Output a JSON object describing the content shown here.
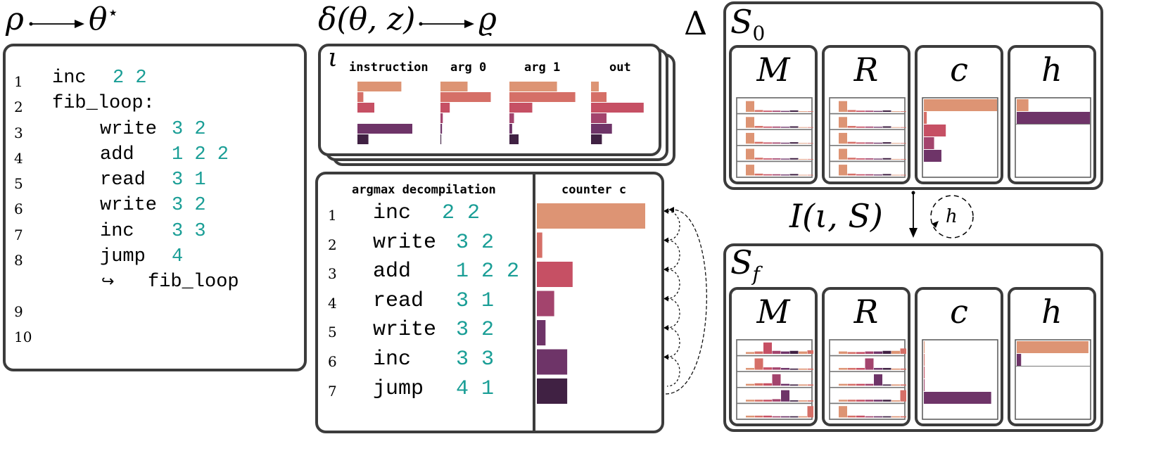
{
  "left": {
    "rho": "ρ",
    "theta_star": "θ",
    "star": "⋆",
    "program": [
      {
        "n": "1",
        "indent": 0,
        "op": "inc",
        "args": "2 2"
      },
      {
        "n": "2",
        "indent": 0,
        "op": "fib_loop:",
        "args": ""
      },
      {
        "n": "3",
        "indent": 1,
        "op": "write",
        "args": "3 2"
      },
      {
        "n": "4",
        "indent": 1,
        "op": "add",
        "args": "1 2 2"
      },
      {
        "n": "5",
        "indent": 1,
        "op": "read",
        "args": "3 1"
      },
      {
        "n": "6",
        "indent": 1,
        "op": "write",
        "args": "3 2"
      },
      {
        "n": "7",
        "indent": 1,
        "op": "inc",
        "args": "3 3"
      },
      {
        "n": "8",
        "indent": 1,
        "op": "jump",
        "args": "4"
      },
      {
        "n": "",
        "indent": 2,
        "op": "fib_loop",
        "args": "",
        "arrow": "↪"
      },
      {
        "n": "9",
        "indent": 0,
        "op": "",
        "args": ""
      },
      {
        "n": "10",
        "indent": 0,
        "op": "",
        "args": ""
      }
    ]
  },
  "middle": {
    "delta_title": "δ(θ, z)",
    "varrho": "ϱ",
    "iota": "ι",
    "headers": [
      "instruction",
      "arg 0",
      "arg 1",
      "out"
    ],
    "dist_bars": [
      [
        0.52,
        0.07,
        0.2,
        0.0,
        0.65,
        0.13
      ],
      [
        0.35,
        0.65,
        0.12,
        0.03,
        0.02,
        0.01
      ],
      [
        0.52,
        0.72,
        0.25,
        0.05,
        0.03,
        0.1
      ],
      [
        0.1,
        0.2,
        0.68,
        0.2,
        0.27,
        0.14
      ]
    ],
    "decomp_header": "argmax decompilation",
    "counter_header": "counter c",
    "decomp": [
      {
        "n": "1",
        "op": "inc",
        "args": "2 2"
      },
      {
        "n": "2",
        "op": "write",
        "args": "3 2"
      },
      {
        "n": "3",
        "op": "add",
        "args": "1 2 2"
      },
      {
        "n": "4",
        "op": "read",
        "args": "3 1"
      },
      {
        "n": "5",
        "op": "write",
        "args": "3 2"
      },
      {
        "n": "6",
        "op": "inc",
        "args": "3 3"
      },
      {
        "n": "7",
        "op": "jump",
        "args": "4 1"
      }
    ],
    "counter": [
      1.0,
      0.05,
      0.33,
      0.16,
      0.08,
      0.28,
      0.28
    ]
  },
  "right": {
    "delta": "Δ",
    "s0": "S",
    "s0_sub": "0",
    "sf": "S",
    "sf_sub": "f",
    "interp": "I(ι, S)",
    "h_loop": "h",
    "panels": [
      "M",
      "R",
      "c",
      "h"
    ],
    "s0_c": [
      1.0,
      0.04,
      0.3,
      0.14,
      0.24
    ],
    "s0_h": [
      0.16,
      1.0
    ],
    "sf_c": [
      0.01,
      0.01,
      0.01,
      0.01,
      0.92
    ],
    "sf_h": [
      0.98,
      0.06
    ]
  },
  "colors": {
    "palette": [
      "#dd9474",
      "#d56f67",
      "#c65064",
      "#a3446d",
      "#6e3468",
      "#402143"
    ],
    "teal": "#1a9e96",
    "border": "#3c3c3c"
  }
}
